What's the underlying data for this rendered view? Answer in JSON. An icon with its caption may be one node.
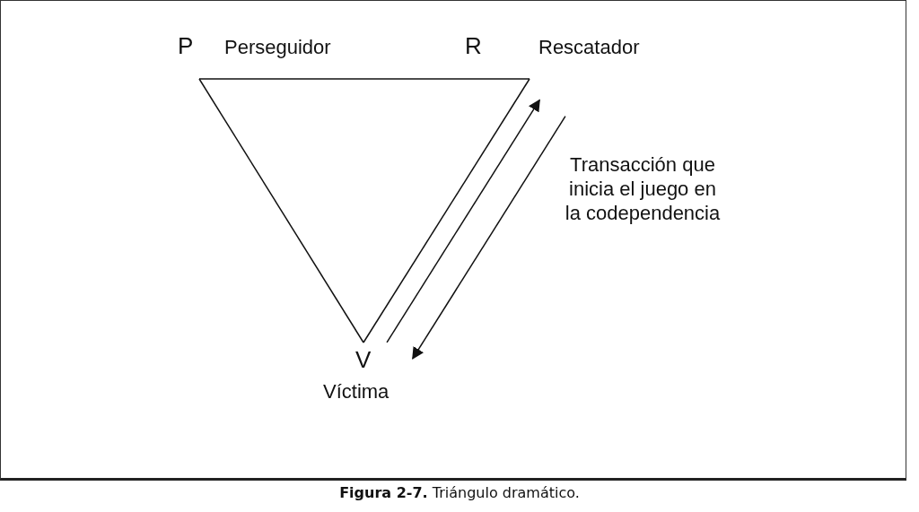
{
  "diagram": {
    "caption": "**Figura 2-7.** Triángulo dramático.",
    "nodes": [
      {
        "text": [
          "P",
          "Perseguidor"
        ]
      },
      {
        "text": [
          "R",
          "Rescatador"
        ]
      },
      {
        "text": [
          "V",
          "Víctima"
        ]
      }
    ],
    "edges": [
      {
        "from": 0,
        "to": 1,
        "arrow": "none"
      },
      {
        "from": 1,
        "to": 2,
        "arrow": "none"
      },
      {
        "from": 2,
        "to": 0,
        "arrow": "none"
      },
      {
        "from": 2,
        "to": 1,
        "arrow": "to"
      },
      {
        "from": 1,
        "to": 2,
        "arrow": "to"
      }
    ],
    "labels": [
      "Transacción que inicia el juego en la codependencia"
    ]
  }
}
